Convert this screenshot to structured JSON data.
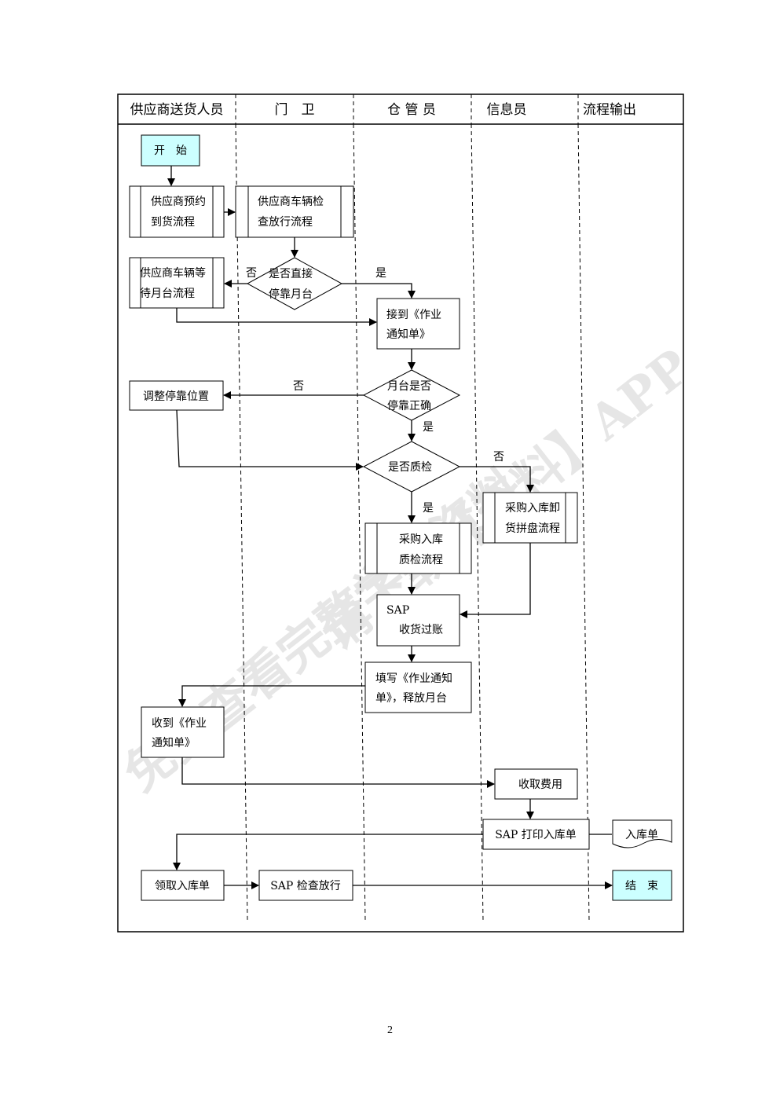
{
  "lanes": [
    "供应商送货人员",
    "门　卫",
    "仓 管 员",
    "信息员",
    "流程输出"
  ],
  "nodes": {
    "start": "开　始",
    "n1a": "供应商预约",
    "n1b": "到货流程",
    "n2a": "供应商车辆检",
    "n2b": "查放行流程",
    "d1a": "是否直接",
    "d1b": "停靠月台",
    "n3a": "供应商车辆等",
    "n3b": "待月台流程",
    "n4a": "接到《作业",
    "n4b": "通知单》",
    "d2a": "月台是否",
    "d2b": "停靠正确",
    "n5": "调整停靠位置",
    "d3": "是否质检",
    "n6a": "采购入库卸",
    "n6b": "货拼盘流程",
    "n7a": "采购入库",
    "n7b": "质检流程",
    "n8a": "SAP",
    "n8b": "收货过账",
    "n9a": "填写《作业通知",
    "n9b": "单》，释放月台",
    "n10a": "收到《作业",
    "n10b": "通知单》",
    "n11": "收取费用",
    "n12": "SAP 打印入库单",
    "doc": "入库单",
    "n13": "领取入库单",
    "n14": "SAP 检查放行",
    "end": "结　束"
  },
  "labels": {
    "yes": "是",
    "no": "否"
  },
  "page_number": "2",
  "watermark": [
    "免费查看完整学习资料",
    "请下载【资料】APP"
  ],
  "colors": {
    "terminal_fill": "#ccffff",
    "line": "#000000",
    "watermark": "#d9d9d9"
  }
}
